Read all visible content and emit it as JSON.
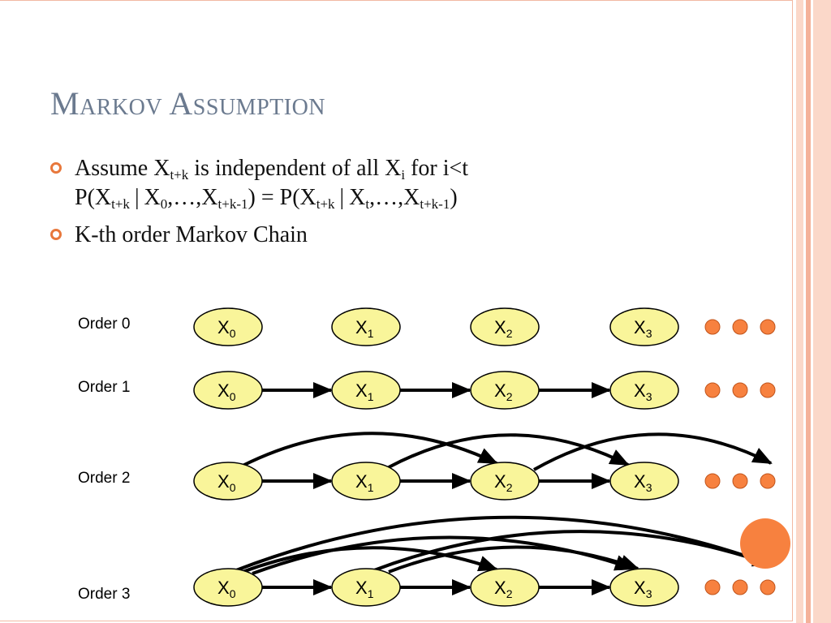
{
  "slide": {
    "title": "Markov Assumption",
    "bullets": [
      {
        "line1": {
          "a": "Assume X",
          "a_sub": "t+k",
          "b": " is independent of all X",
          "b_sub": "i",
          "c": " for i<t"
        },
        "line2": {
          "p1": "P(X",
          "s1": "t+k",
          "bar1": "|",
          "p2": "X",
          "s2": "0",
          "p3": ",…,X",
          "s3": "t+k-1",
          "eq": ") = P(X",
          "s4": "t+k",
          "bar2": "|",
          "p5": "X",
          "s5": "t",
          "p6": ",…,X",
          "s6": "t+k-1",
          "p7": ")"
        }
      },
      {
        "text": "K-th order Markov Chain"
      }
    ]
  },
  "diagram": {
    "node_letter": "X",
    "node_fill": "#f9f59a",
    "dot_fill": "#f7813f",
    "rows": [
      {
        "label": "Order 0",
        "order": 0,
        "nodes": [
          "0",
          "1",
          "2",
          "3"
        ]
      },
      {
        "label": "Order 1",
        "order": 1,
        "nodes": [
          "0",
          "1",
          "2",
          "3"
        ]
      },
      {
        "label": "Order 2",
        "order": 2,
        "nodes": [
          "0",
          "1",
          "2",
          "3"
        ]
      },
      {
        "label": "Order 3",
        "order": 3,
        "nodes": [
          "0",
          "1",
          "2",
          "3"
        ]
      }
    ]
  },
  "colors": {
    "accent": "#e8783c",
    "title": "#6b7a8f",
    "stripe_light": "#fbd8c9",
    "stripe_mid": "#f4b29a"
  }
}
